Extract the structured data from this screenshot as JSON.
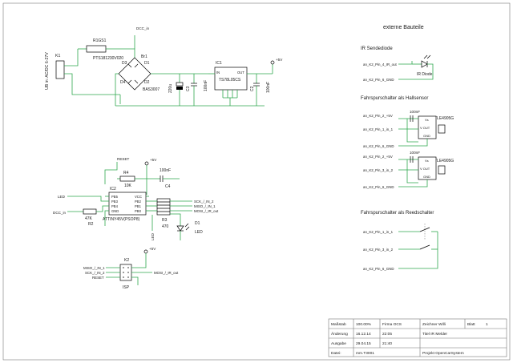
{
  "schematic": {
    "section_title": "externe Bauteile",
    "ir_title": "IR Sendediode",
    "hall_title": "Fahrspurschalter als Hallsensor",
    "reed_title": "Fahrspurschalter als Reedschalter",
    "power": {
      "input_label": "UB in: AC/DC 6-27V",
      "k1": "K1",
      "r1_name": "R1GS1",
      "r1_part": "PTS181230V020",
      "dcc_in": "DCC_in",
      "d3": "D3",
      "d1": "D1",
      "d4": "D4",
      "d2": "D2",
      "br1": "Br1",
      "bridge_part": "BAS3007",
      "c_elko": "220u",
      "c3": "C3",
      "c_100nf_a": "100nF",
      "ic1": "IC1",
      "ic1_part": "TS78L05CS",
      "ic1_in": "IN",
      "ic1_out": "OUT",
      "c2": "C2",
      "c_100nf_b": "100nF",
      "v5": "+5V"
    },
    "mcu": {
      "reset": "RESET",
      "v5": "+5V",
      "r4": "R4",
      "r4_value": "10K",
      "c4_value": "100nF",
      "c4": "C4",
      "ic2": "IC2",
      "led": "LED",
      "dcc_in": "DCC_in",
      "r2_value": "47K",
      "r2": "R2",
      "ic2_part": "ATTINY45V(PSOP8)",
      "pins_left": [
        "PB5",
        "PB3",
        "PB4",
        "GND"
      ],
      "pins_right": [
        "VCC",
        "PB2",
        "PB1",
        "PB0"
      ],
      "sck_label": "SCK_/_IN_2",
      "miso_label": "MISO_/_IN_1",
      "mosi_label": "MOSI_/_IR_out",
      "rn": "R3",
      "rn_value": "470",
      "led_net": "LED",
      "d1": "D1",
      "d1_part": "LED"
    },
    "isp": {
      "v5": "+5V",
      "k2": "K2",
      "miso": "MISO_/_IN_1",
      "sck": "SCK_/_IN_2",
      "reset": "RESET",
      "mosi": "MOSI_/_IR_out",
      "isp": "ISP"
    },
    "ir": {
      "pin4": "an_K2_Pin_4_IR_out",
      "pin6": "an_K2_Pin_6_GND",
      "diode": "IR Diode"
    },
    "hall1": {
      "pin2": "an_K2_Pin_2_+5V",
      "pin1": "an_K2_Pin_1_in_1",
      "pin6": "an_K2_Pin_6_GND",
      "cap": "100nF",
      "part": "TLE4905G",
      "vs": "Vs",
      "vout": "V OUT",
      "gnd": "GND"
    },
    "hall2": {
      "pin2": "an_K2_Pin_2_+5V",
      "pin3": "an_K2_Pin_3_in_2",
      "pin6": "an_K2_Pin_6_GND",
      "cap": "100nF",
      "part": "TLE4905G",
      "vs": "Vs",
      "vout": "V OUT",
      "gnd": "GND"
    },
    "reed": {
      "pin1": "an_K2_Pin_1_in_1",
      "pin3": "an_K2_Pin_3_in_2",
      "pin6": "an_K2_Pin_6_GND"
    }
  },
  "title_block": {
    "massstab_label": "Maßstab",
    "massstab_value": "100.00%",
    "firma": "Firma OCS",
    "zeichner": "Zeichner Willi",
    "blatt": "Blatt",
    "blatt_value": "1",
    "aenderung_label": "Änderung",
    "aenderung_date": "16.12.14",
    "aenderung_time": "22:05",
    "titel": "Titel IR Melder",
    "ausgabe_label": "Ausgabe",
    "ausgabe_date": "29.04.15",
    "ausgabe_time": "21:40",
    "datei_label": "Datei:",
    "datei_value": "mm.T3001",
    "projekt": "Projekt OpenCarSystem"
  }
}
